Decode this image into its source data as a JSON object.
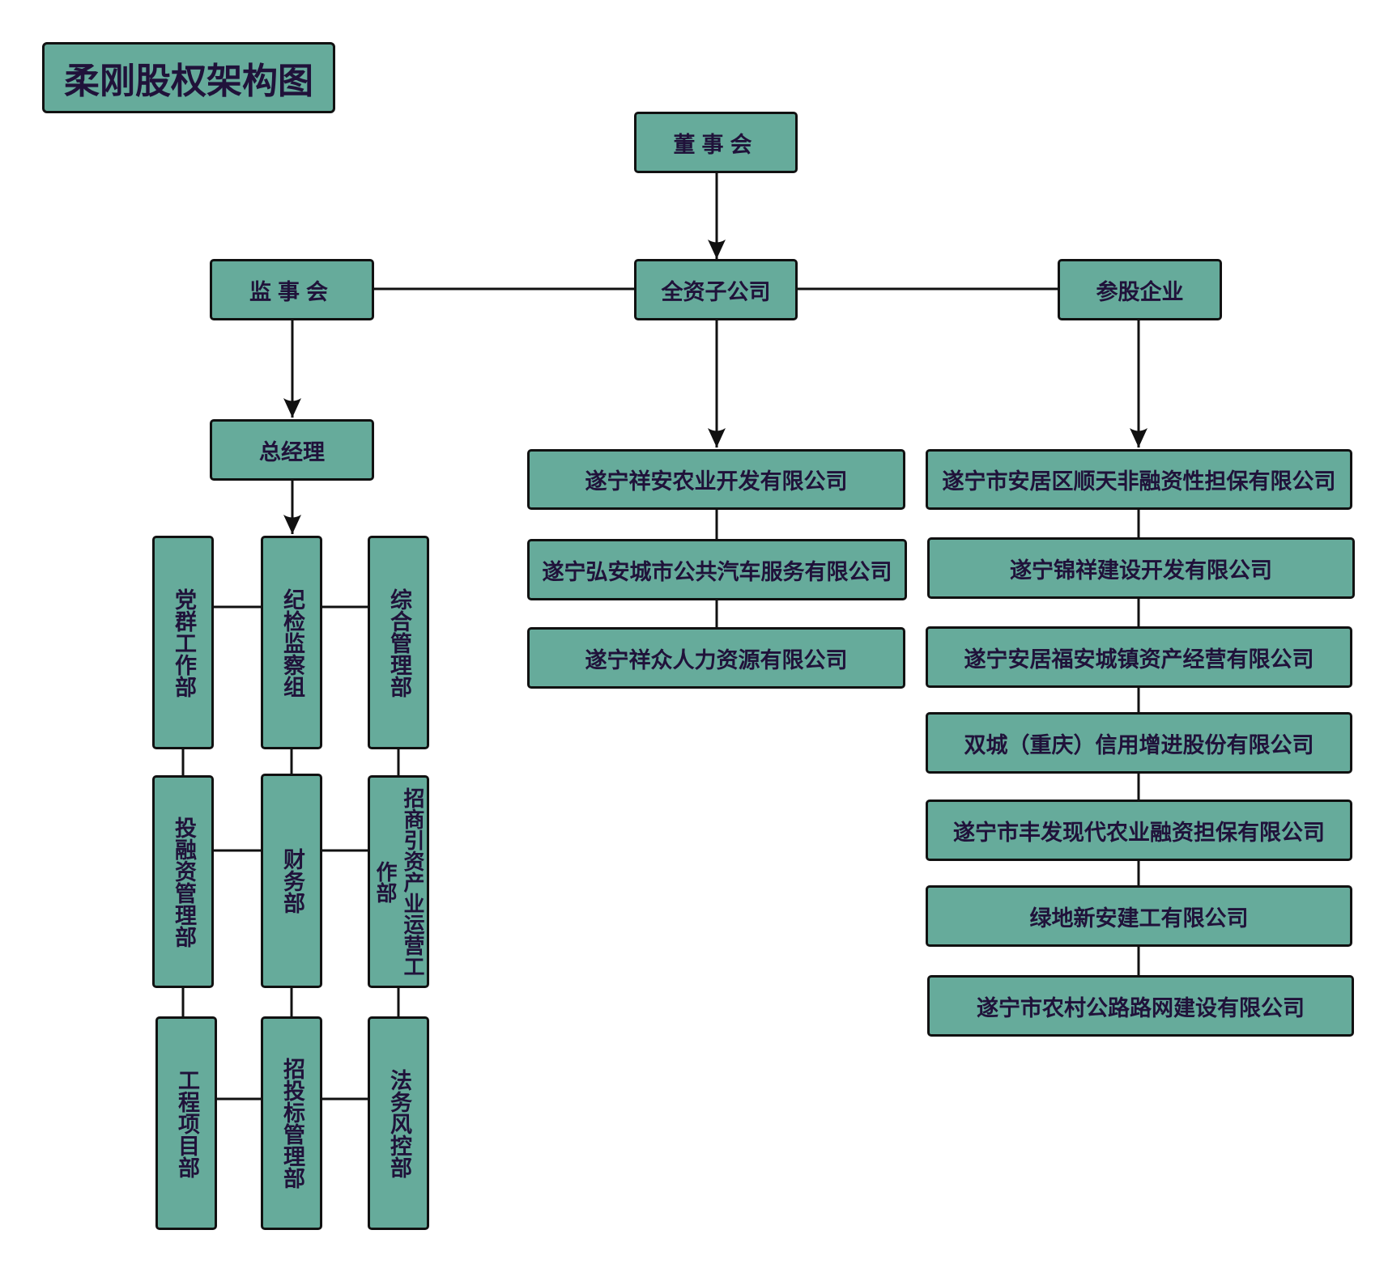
{
  "title": "柔刚股权架构图",
  "top": {
    "board": "董事会",
    "supervisors": "监事会",
    "subsidiary": "全资子公司",
    "participation": "参股企业",
    "gm": "总经理"
  },
  "departments": [
    "党群工作部",
    "纪检监察组",
    "综合管理部",
    "投融资管理部",
    "财务部",
    "招商引资产业运营工作部",
    "工程项目部",
    "招投标管理部",
    "法务风控部"
  ],
  "subsidiaries": [
    "遂宁祥安农业开发有限公司",
    "遂宁弘安城市公共汽车服务有限公司",
    "遂宁祥众人力资源有限公司"
  ],
  "participations": [
    "遂宁市安居区顺天非融资性担保有限公司",
    "遂宁锦祥建设开发有限公司",
    "遂宁安居福安城镇资产经营有限公司",
    "双城（重庆）信用增进股份有限公司",
    "遂宁市丰发现代农业融资担保有限公司",
    "绿地新安建工有限公司",
    "遂宁市农村公路路网建设有限公司"
  ],
  "colors": {
    "box": "#66ab9b",
    "border": "#111111",
    "text": "#20123a"
  }
}
